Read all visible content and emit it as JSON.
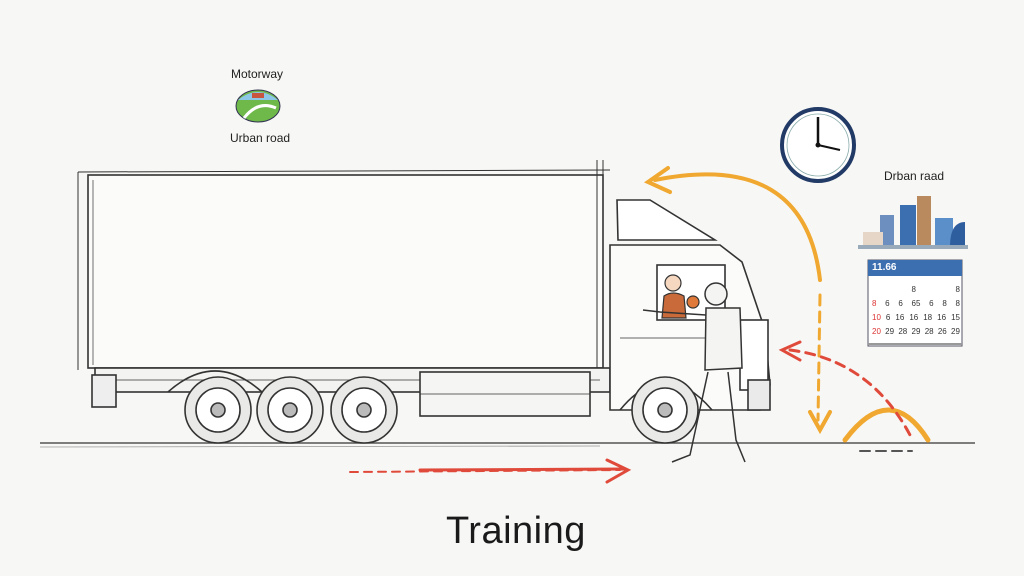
{
  "labels": {
    "motorway": "Motorway",
    "urban_road_left": "Urban road",
    "urban_road_right": "Drban raad",
    "caption": "Training"
  },
  "calendar": {
    "header": "11.66",
    "rows": [
      [
        "",
        "",
        "",
        "8",
        "",
        "",
        "8"
      ],
      [
        "8",
        "6",
        "6",
        "65",
        "6",
        "8",
        "8"
      ],
      [
        "10",
        "6",
        "16",
        "16",
        "18",
        "16",
        "15"
      ],
      [
        "20",
        "29",
        "28",
        "29",
        "28",
        "26",
        "29"
      ]
    ]
  },
  "colors": {
    "sketch": "#333333",
    "orange": "#f0a830",
    "red": "#e04a3a",
    "clock_rim": "#223a66",
    "building_blue": "#3b6fb0"
  },
  "icons": [
    "road-thumbnail-icon",
    "clock-icon",
    "city-buildings-icon",
    "calendar-icon",
    "truck-illustration",
    "driver-figure",
    "curved-arrow"
  ]
}
